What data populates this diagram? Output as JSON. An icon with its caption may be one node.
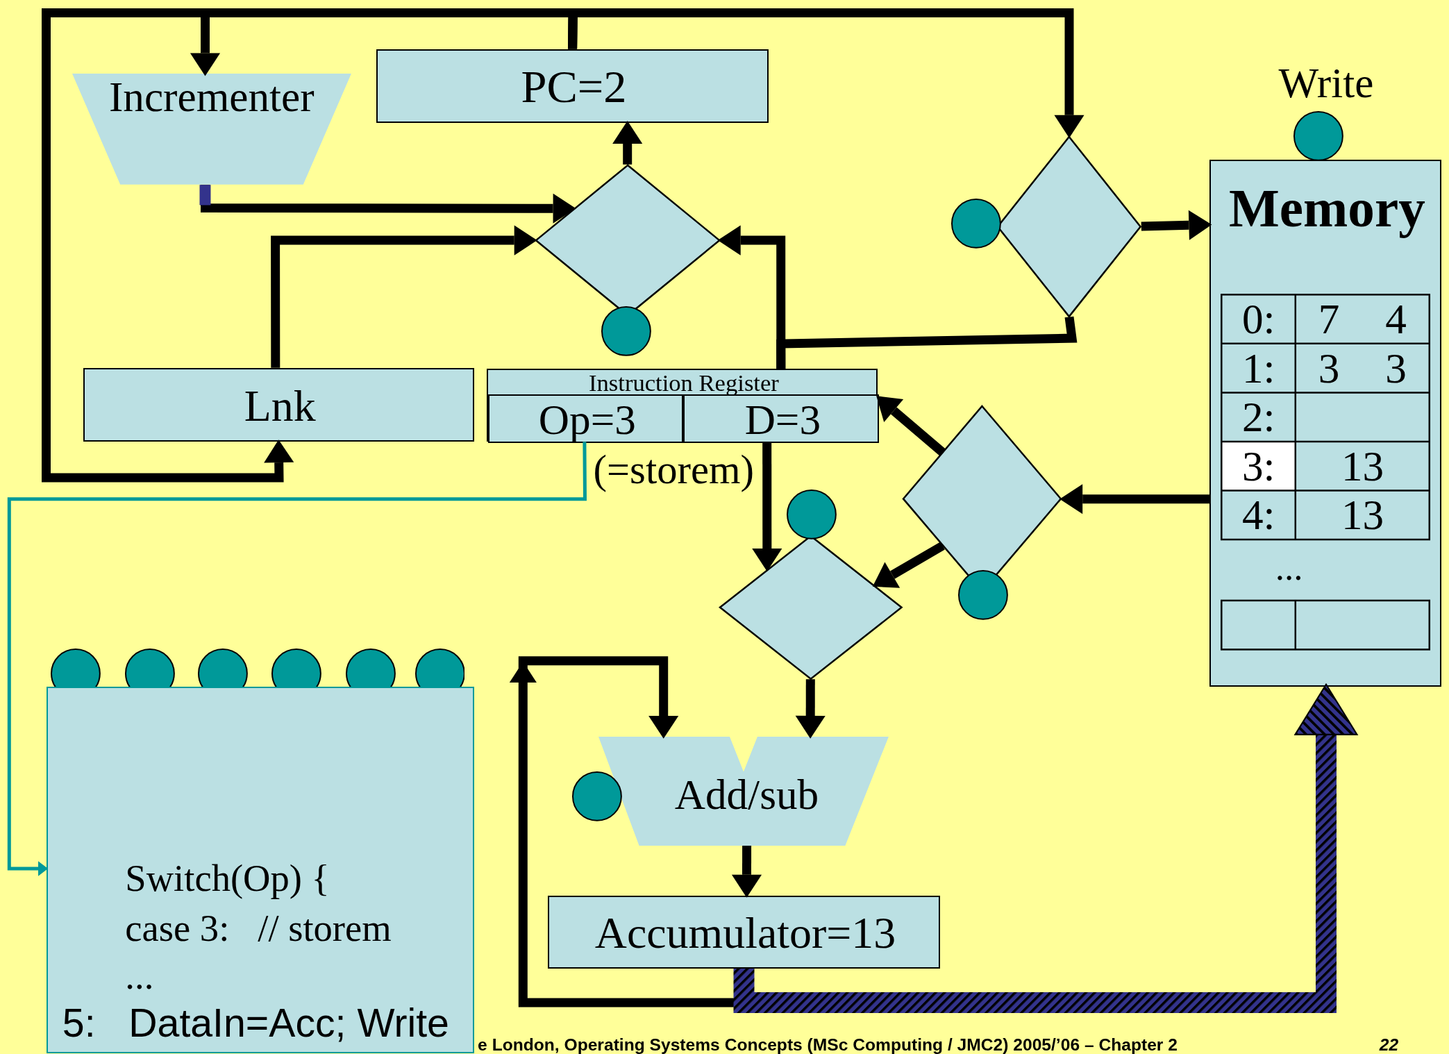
{
  "diagram": {
    "nodes": [
      {
        "text": [
          "Incrementer"
        ]
      },
      {
        "text": [
          "PC=2"
        ]
      },
      {
        "text": [],
        "shape": "diamond"
      },
      {
        "text": [],
        "shape": "diamond"
      },
      {
        "text": [
          "Memory"
        ]
      },
      {
        "text": [
          "Lnk"
        ]
      },
      {
        "text": [
          "Instruction Register"
        ]
      },
      {
        "text": [
          "Op=3"
        ],
        "in": 6,
        "beside": [
          "(=storem)"
        ]
      },
      {
        "text": [
          "D=3"
        ],
        "in": 6
      },
      {
        "text": [],
        "shape": "diamond"
      },
      {
        "text": [],
        "shape": "diamond"
      },
      {
        "text": [
          "Switch(Op) {",
          "case 3:   // storem",
          "...",
          "5:   DataIn=Acc; Write"
        ]
      },
      {
        "text": [
          "Add/sub"
        ]
      },
      {
        "text": [
          "Accumulator=13"
        ]
      },
      {
        "text": [],
        "shape": "circle"
      },
      {
        "text": [],
        "shape": "circle"
      },
      {
        "text": [],
        "shape": "circle"
      },
      {
        "text": [],
        "shape": "circle"
      },
      {
        "text": [],
        "shape": "circle"
      },
      {
        "text": [],
        "shape": "circle"
      },
      {
        "text": [],
        "shape": "circle"
      },
      {
        "text": [],
        "shape": "circle"
      },
      {
        "text": [],
        "shape": "circle"
      },
      {
        "text": [],
        "shape": "circle"
      },
      {
        "text": [],
        "shape": "circle"
      },
      {
        "text": [],
        "shape": "circle"
      }
    ],
    "edges": [
      {
        "from": 1,
        "to": 0,
        "arrow": "to"
      },
      {
        "from": 1,
        "to": 3,
        "arrow": "to"
      },
      {
        "from": 1,
        "to": 5,
        "arrow": "to"
      },
      {
        "from": 0,
        "to": 2,
        "arrow": "to"
      },
      {
        "from": 5,
        "to": 2,
        "arrow": "to"
      },
      {
        "from": 2,
        "to": 1,
        "arrow": "to"
      },
      {
        "from": 6,
        "to": 2,
        "arrow": "to"
      },
      {
        "from": 6,
        "to": 3,
        "arrow": "none"
      },
      {
        "from": 3,
        "to": 4,
        "arrow": "to"
      },
      {
        "from": 4,
        "to": 9,
        "arrow": "to"
      },
      {
        "from": 9,
        "to": 6,
        "arrow": "to"
      },
      {
        "from": 9,
        "to": 10,
        "arrow": "to"
      },
      {
        "from": 8,
        "to": 10,
        "arrow": "to"
      },
      {
        "from": 10,
        "to": 12,
        "arrow": "to"
      },
      {
        "from": 12,
        "to": 13,
        "arrow": "to"
      },
      {
        "from": 13,
        "to": 12,
        "arrow": "to"
      },
      {
        "from": 13,
        "to": 4,
        "arrow": "to",
        "style": "thick",
        "color": "#33338c"
      },
      {
        "from": 7,
        "to": 11,
        "arrow": "to",
        "color": "#009999"
      }
    ],
    "labels": [
      "Write",
      "0:",
      "7",
      "4",
      "1:",
      "3",
      "3",
      "2:",
      "3:",
      "13",
      "4:",
      "13",
      "...",
      "e London, Operating Systems Concepts (MSc Computing / JMC2) 2005/’06 – Chapter 2",
      "22"
    ]
  }
}
